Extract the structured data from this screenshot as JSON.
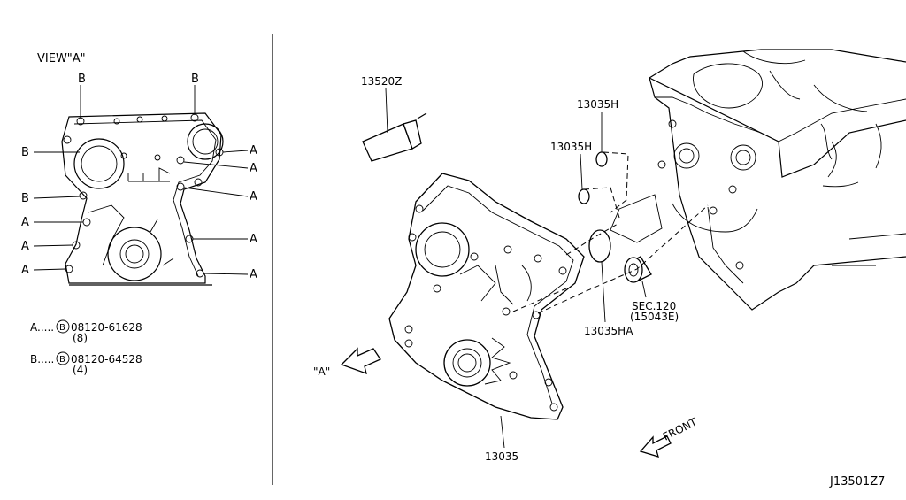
{
  "view_a": {
    "title": "VIEW\"A\"",
    "bolt_labels": [
      "B",
      "B",
      "B",
      "B",
      "A",
      "A",
      "A",
      "A",
      "A",
      "A",
      "A",
      "A"
    ]
  },
  "legend": {
    "a_prefix": "A.....",
    "a_part": "08120-61628",
    "a_qty": "(8)",
    "b_prefix": "B.....",
    "b_part": "08120-64528",
    "b_qty": "(4)",
    "circle_letter": "B"
  },
  "parts": {
    "sealant": "13520Z",
    "oring_upper": "13035H",
    "oring_lower": "13035H",
    "oring_large": "13035HA",
    "sec_ref": "SEC.120",
    "sec_sub": "(15043E)",
    "front_cover": "13035"
  },
  "view_arrow_label": "\"A\"",
  "front_label": "FRONT",
  "diagram_code": "J13501Z7"
}
